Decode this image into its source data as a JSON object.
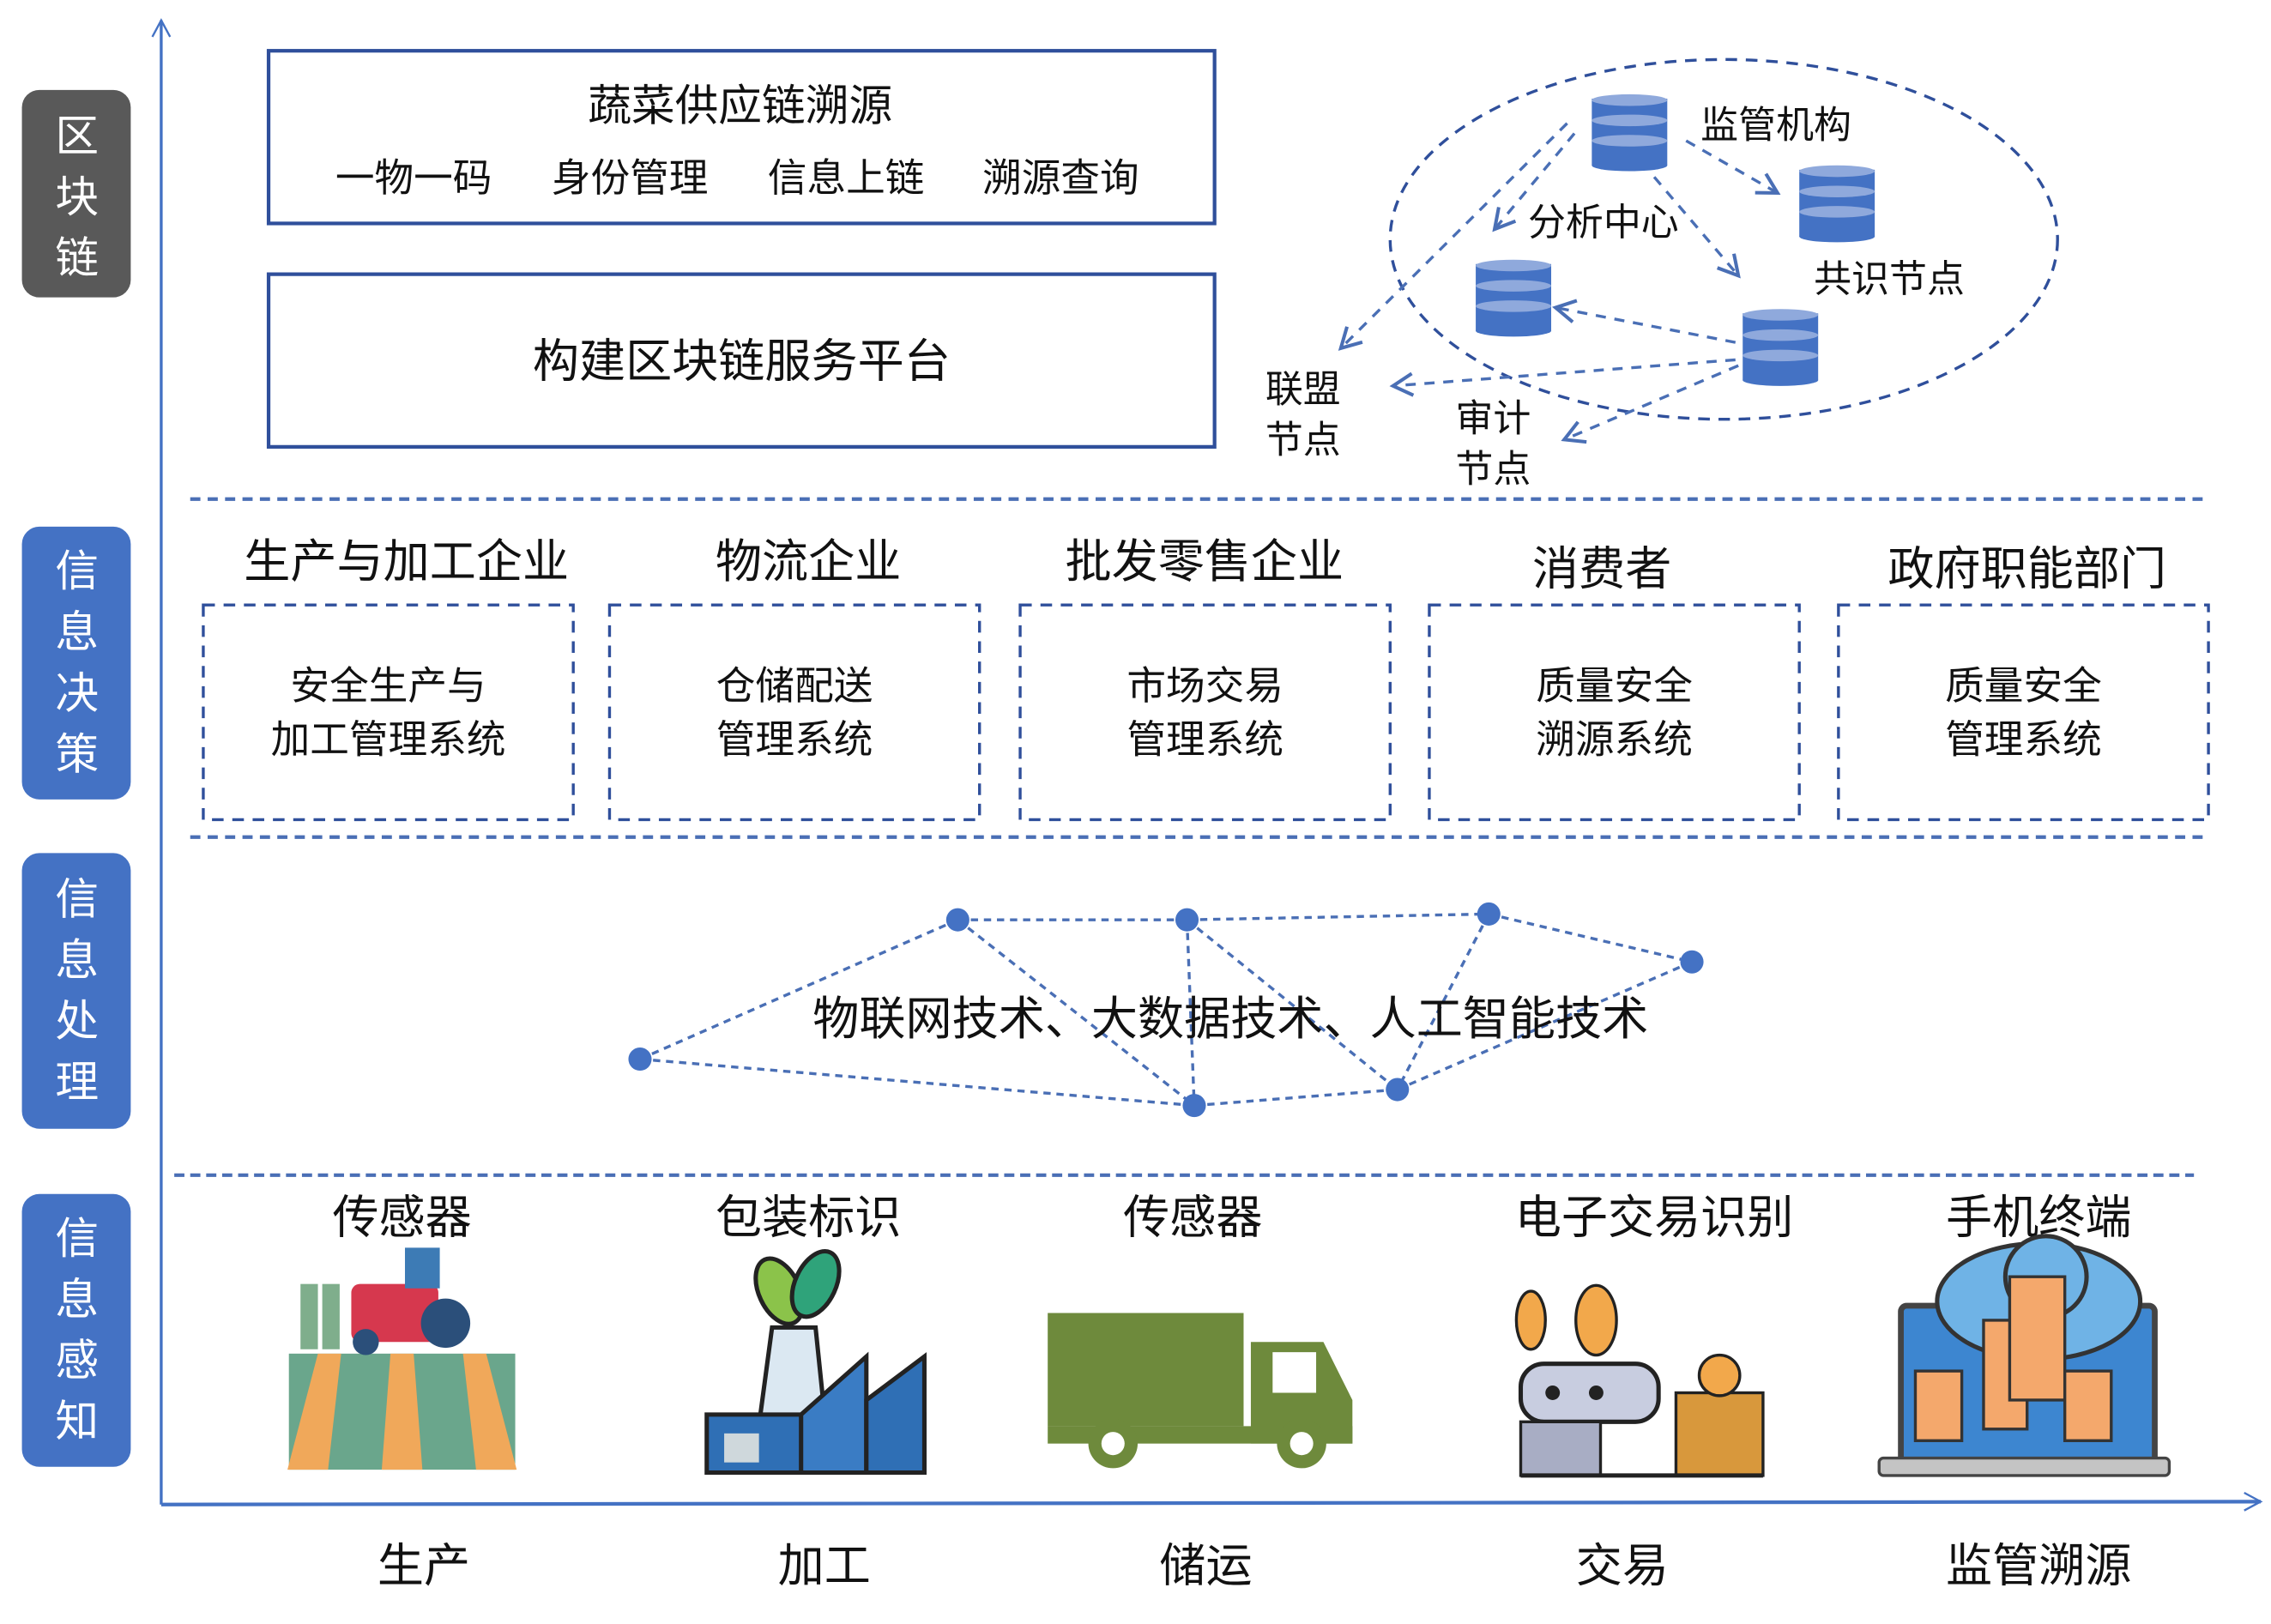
{
  "colors": {
    "axis": "#4472c4",
    "dash": "#4a6fb5",
    "pill_blockchain": "#595959",
    "pill_blue": "#4472c4",
    "node": "#4472c4",
    "db_body": "#4472c4",
    "db_band": "#8fa9dc",
    "text": "#111111"
  },
  "layers": [
    {
      "id": "blockchain",
      "label": "区块链",
      "chars": [
        "区",
        "块",
        "链"
      ]
    },
    {
      "id": "decision",
      "label": "信息决策",
      "chars": [
        "信",
        "息",
        "决",
        "策"
      ]
    },
    {
      "id": "processing",
      "label": "信息处理",
      "chars": [
        "信",
        "息",
        "处",
        "理"
      ]
    },
    {
      "id": "sensing",
      "label": "信息感知",
      "chars": [
        "信",
        "息",
        "感",
        "知"
      ]
    }
  ],
  "blockchain": {
    "trace_box": {
      "title": "蔬菜供应链溯源",
      "features": [
        "一物一码",
        "身份管理",
        "信息上链",
        "溯源查询"
      ]
    },
    "platform_box": {
      "title": "构建区块链服务平台"
    },
    "network": {
      "nodes": [
        {
          "id": "regulator",
          "label": "监管机构"
        },
        {
          "id": "consensus",
          "label": "共识节点"
        },
        {
          "id": "analysis",
          "label": "分析中心"
        },
        {
          "id": "audit_db",
          "label": ""
        }
      ],
      "external_labels": [
        {
          "id": "alliance",
          "lines": [
            "联盟",
            "节点"
          ]
        },
        {
          "id": "audit",
          "lines": [
            "审计",
            "节点"
          ]
        }
      ]
    }
  },
  "decision": {
    "columns": [
      {
        "title": "生产与加工企业",
        "system_lines": [
          "安全生产与",
          "加工管理系统"
        ]
      },
      {
        "title": "物流企业",
        "system_lines": [
          "仓储配送",
          "管理系统"
        ]
      },
      {
        "title": "批发零售企业",
        "system_lines": [
          "市场交易",
          "管理系统"
        ]
      },
      {
        "title": "消费者",
        "system_lines": [
          "质量安全",
          "溯源系统"
        ]
      },
      {
        "title": "政府职能部门",
        "system_lines": [
          "质量安全",
          "管理系统"
        ]
      }
    ]
  },
  "processing": {
    "technologies": "物联网技术、大数据技术、人工智能技术"
  },
  "sensing": {
    "items": [
      {
        "label": "传感器",
        "icon": "tractor-field-icon",
        "stage": "生产"
      },
      {
        "label": "包装标识",
        "icon": "factory-leaf-icon",
        "stage": "加工"
      },
      {
        "label": "传感器",
        "icon": "truck-icon",
        "stage": "储运"
      },
      {
        "label": "电子交易识别",
        "icon": "conveyor-fruit-icon",
        "stage": "交易"
      },
      {
        "label": "手机终端",
        "icon": "cloud-laptop-icon",
        "stage": "监管溯源"
      }
    ]
  }
}
